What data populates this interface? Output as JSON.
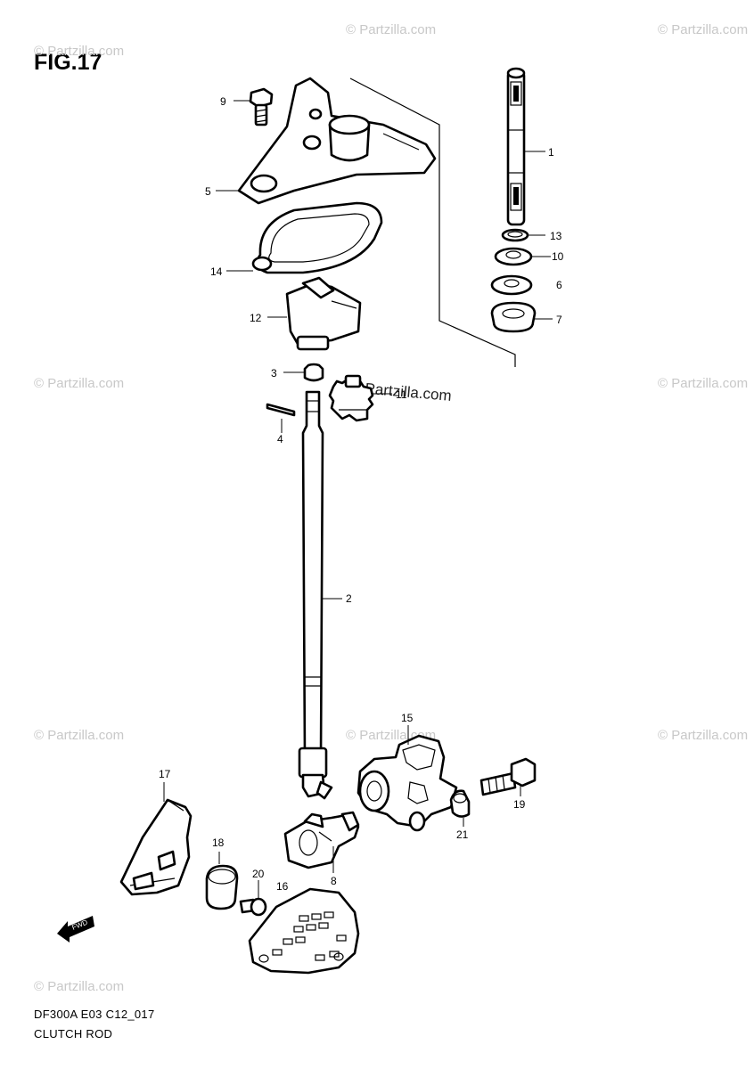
{
  "figure": {
    "title": "FIG.17",
    "code": "DF300A E03 C12_017",
    "name": "CLUTCH ROD"
  },
  "watermarks": [
    "© Partzilla.com",
    "© Partzilla.com",
    "© Partzilla.com",
    "© Partzilla.com",
    "© Partzilla.com",
    "© Partzilla.com",
    "© Partzilla.com",
    "© Partzilla.com",
    "© Partzilla.com",
    "© Partzilla.com"
  ],
  "callouts": [
    "1",
    "2",
    "3",
    "4",
    "5",
    "6",
    "7",
    "8",
    "9",
    "10",
    "11",
    "12",
    "13",
    "14",
    "15",
    "16",
    "17",
    "18",
    "19",
    "20",
    "21"
  ],
  "direction_label": "FWD",
  "colors": {
    "line": "#000000",
    "watermark": "#c8c8c8",
    "background": "#ffffff"
  }
}
